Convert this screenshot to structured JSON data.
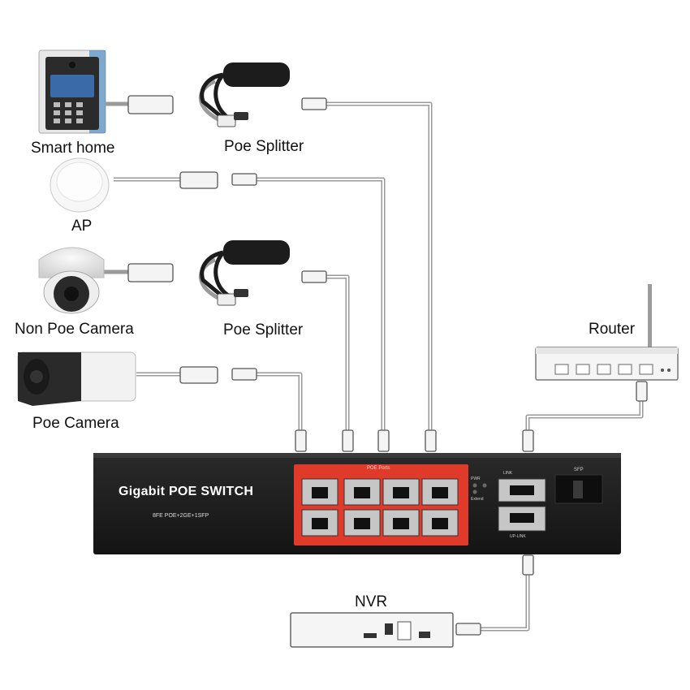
{
  "devices": {
    "smart_home": "Smart home",
    "ap": "AP",
    "non_poe_camera": "Non Poe Camera",
    "poe_camera": "Poe Camera",
    "poe_splitter_1": "Poe Splitter",
    "poe_splitter_2": "Poe Splitter",
    "router": "Router",
    "nvr": "NVR"
  },
  "switch": {
    "title": "Gigabit POE SWITCH",
    "subtitle": "8FE POE+2GE+1SFP",
    "poe_ports_label": "POE Ports",
    "uplink_label": "UP-LINK",
    "sfp_label": "SFP",
    "link_label": "LINK",
    "power_label": "PWR",
    "extend_label": "Extend"
  },
  "colors": {
    "switch_body": "#1e1e1e",
    "poe_port_frame": "#e03a2a",
    "cable": "#9a9a9a"
  }
}
